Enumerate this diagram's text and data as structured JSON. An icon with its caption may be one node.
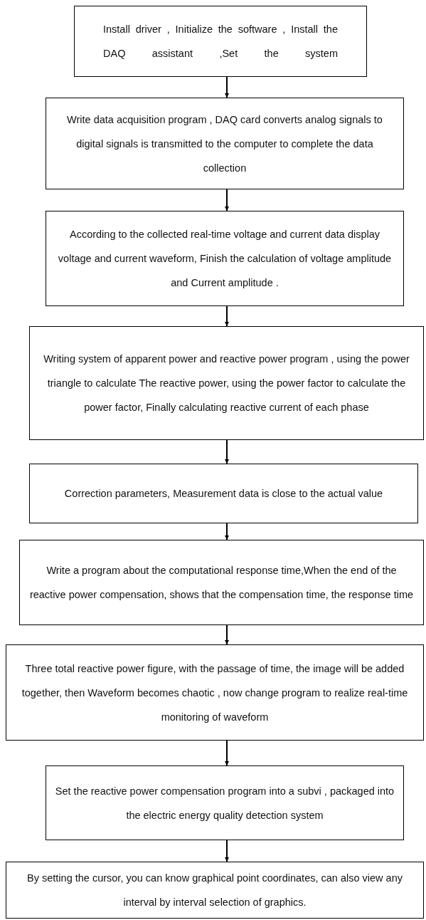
{
  "diagram": {
    "nodes": [
      {
        "text": [
          "Install driver , Initialize the software , Install the DAQ assistant ,Set the system"
        ]
      },
      {
        "text": [
          "Write data acquisition program , DAQ card converts analog signals to digital signals is transmitted to the computer to complete the data collection"
        ]
      },
      {
        "text": [
          "According to the collected real-time voltage and current data display voltage and current waveform, Finish the calculation of voltage amplitude and Current amplitude ."
        ]
      },
      {
        "text": [
          "Writing system of apparent power and reactive power program , using the power triangle to calculate The reactive power, using the power factor to calculate the power factor, Finally calculating reactive current of each phase"
        ]
      },
      {
        "text": [
          "Correction parameters, Measurement data is close to the actual value"
        ]
      },
      {
        "text": [
          "Write a program about the computational response time,When the end of the reactive power compensation, shows that the compensation time, the response time"
        ]
      },
      {
        "text": [
          "Three total reactive power figure, with the passage of time, the image will be added together, then Waveform becomes chaotic , now change program to realize real-time monitoring of waveform"
        ]
      },
      {
        "text": [
          "Set the reactive power compensation program into a subvi , packaged into the electric energy quality detection system"
        ]
      },
      {
        "text": [
          "By setting the cursor, you can know graphical point coordinates, can also view any interval by interval selection of graphics."
        ]
      }
    ],
    "edges": [
      {
        "from": 0,
        "to": 1,
        "arrow": "to"
      },
      {
        "from": 1,
        "to": 2,
        "arrow": "to"
      },
      {
        "from": 2,
        "to": 3,
        "arrow": "to"
      },
      {
        "from": 3,
        "to": 4,
        "arrow": "to"
      },
      {
        "from": 4,
        "to": 5,
        "arrow": "to"
      },
      {
        "from": 5,
        "to": 6,
        "arrow": "to"
      },
      {
        "from": 6,
        "to": 7,
        "arrow": "to"
      },
      {
        "from": 7,
        "to": 8,
        "arrow": "to"
      }
    ]
  }
}
